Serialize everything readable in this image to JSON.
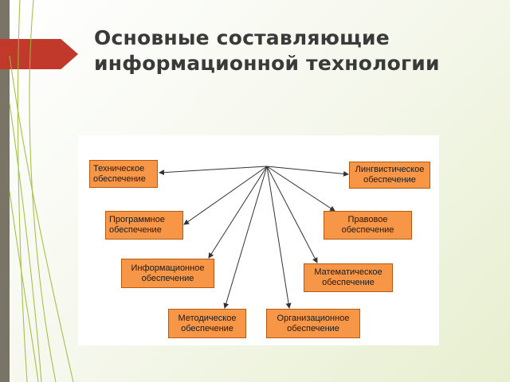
{
  "slide": {
    "title_line1": "Основные составляющие",
    "title_line2": "информационной технологии"
  },
  "diagram": {
    "nodes": [
      {
        "id": "tech",
        "label": "Техническое обеспечение"
      },
      {
        "id": "ling",
        "label": "Лингвистическое обеспечение"
      },
      {
        "id": "prog",
        "label": "Программное обеспечение"
      },
      {
        "id": "prav",
        "label": "Правовое обеспечение"
      },
      {
        "id": "info",
        "label": "Информационное обеспечение"
      },
      {
        "id": "mat",
        "label": "Математическое обеспечение"
      },
      {
        "id": "met",
        "label": "Методическое обеспечение"
      },
      {
        "id": "org",
        "label": "Организационное обеспечение"
      }
    ],
    "colors": {
      "box_fill": "#f79646",
      "box_border": "#b65a12",
      "arrow": "#333333",
      "title_arrow": "#c0392b"
    }
  }
}
